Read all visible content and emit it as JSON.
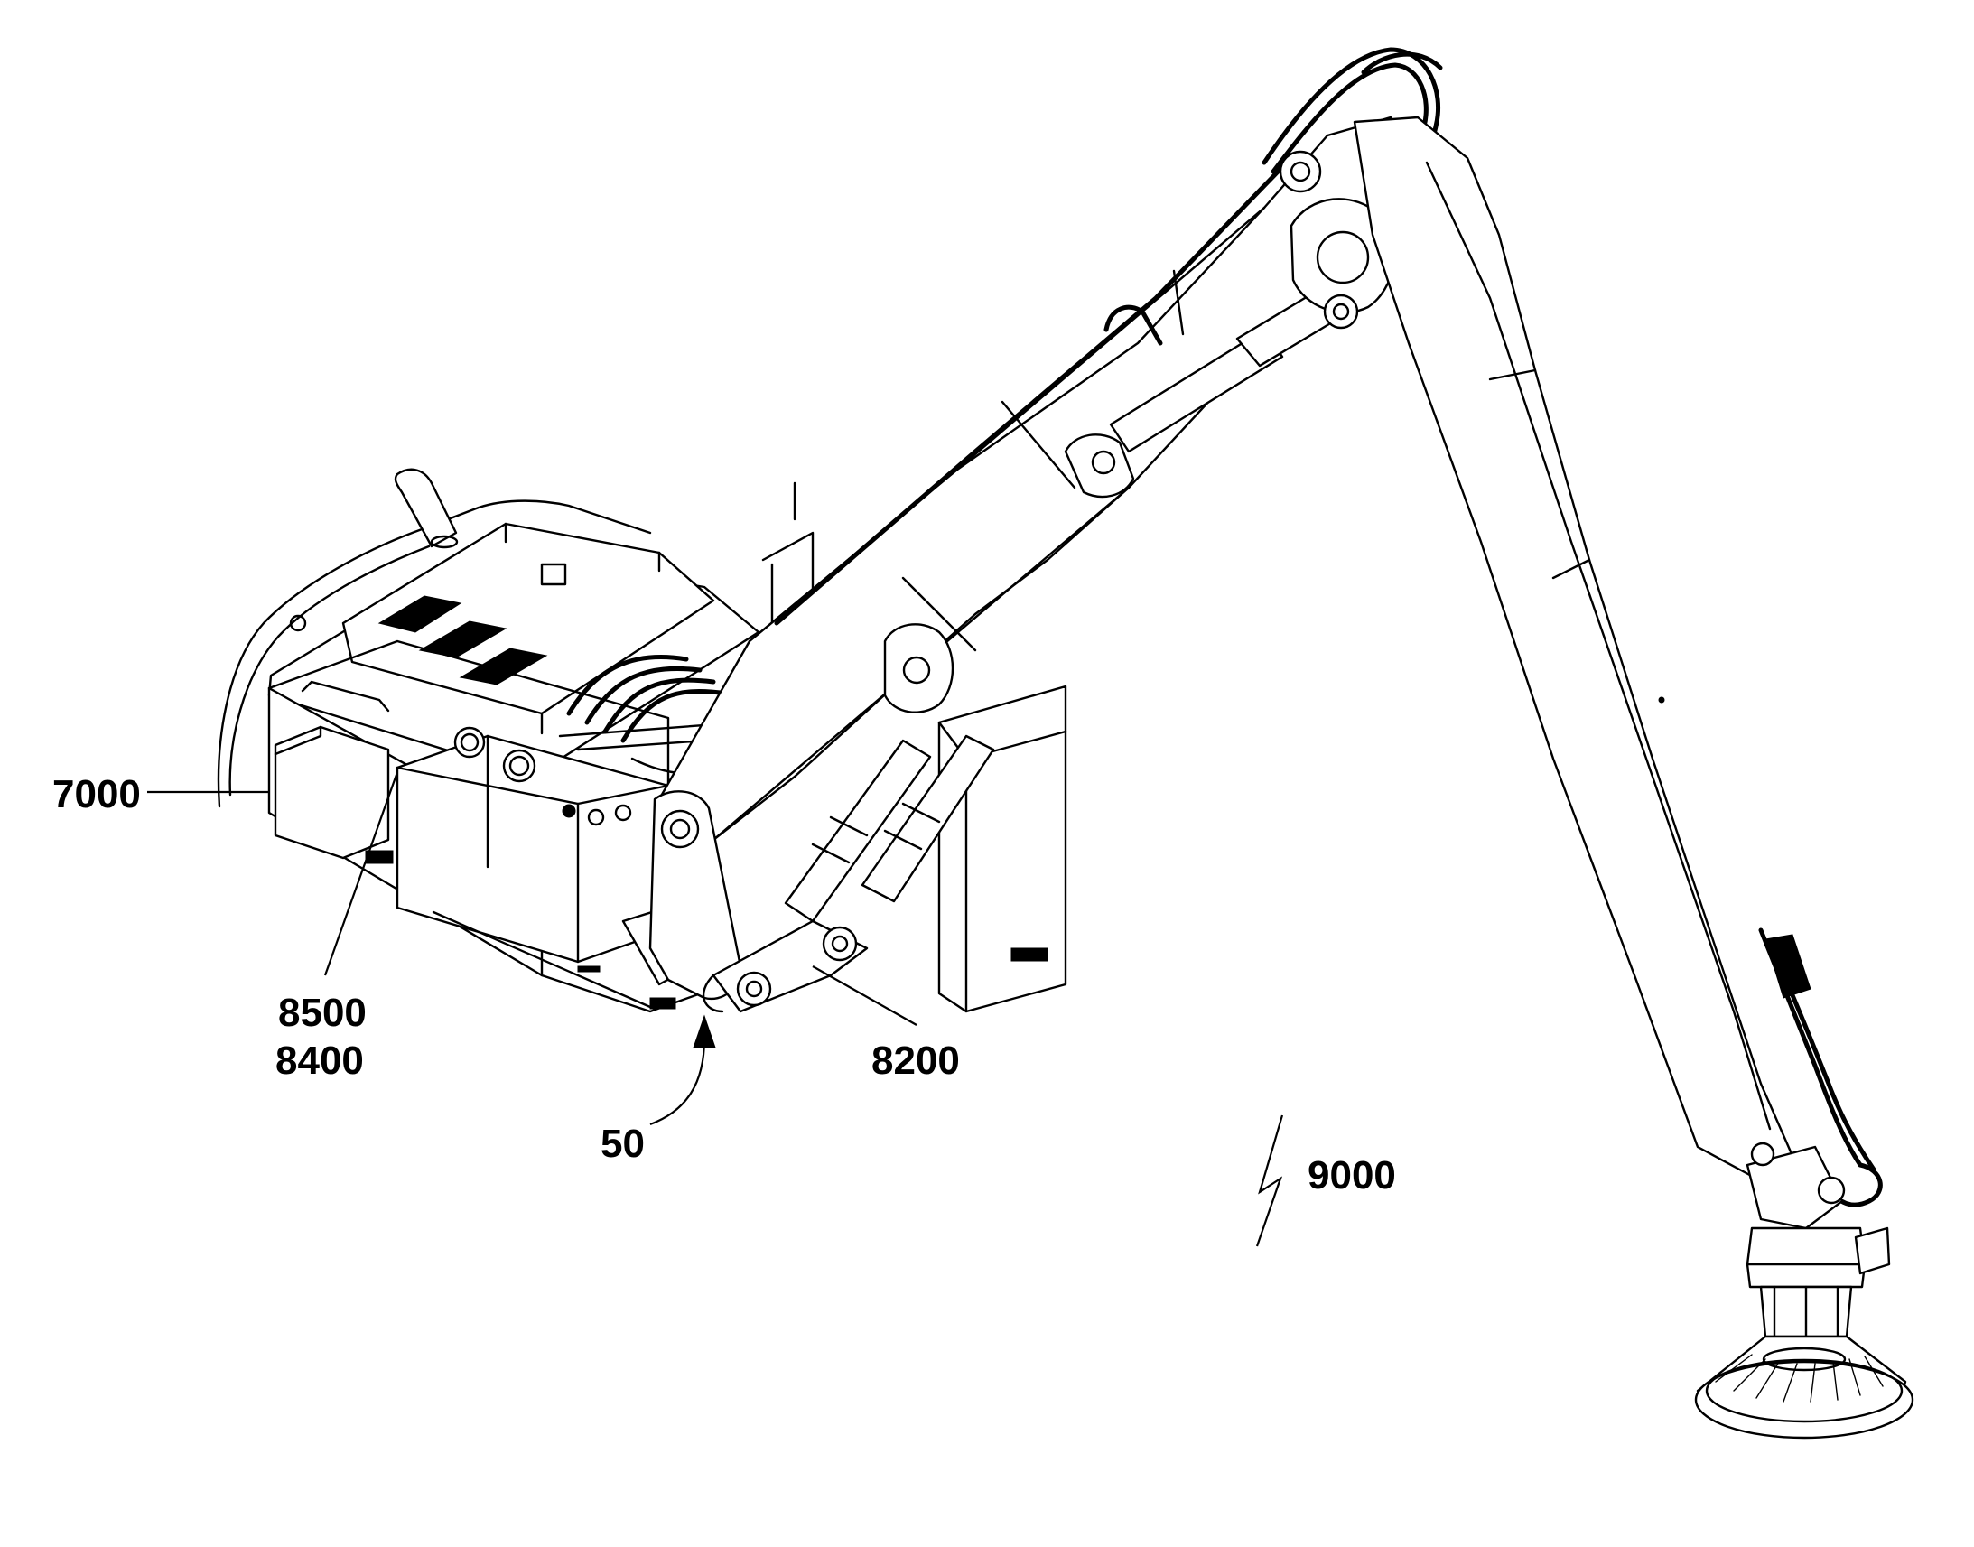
{
  "figure": {
    "reference_labels": [
      {
        "id": "7000",
        "text": "7000"
      },
      {
        "id": "8500",
        "text": "8500"
      },
      {
        "id": "8400",
        "text": "8400"
      },
      {
        "id": "8200",
        "text": "8200"
      },
      {
        "id": "50",
        "text": "50"
      },
      {
        "id": "9000",
        "text": "9000"
      }
    ],
    "subject": "material-handling-machine-with-boom-and-grapple",
    "line_color": "#000000",
    "background_color": "#ffffff"
  }
}
